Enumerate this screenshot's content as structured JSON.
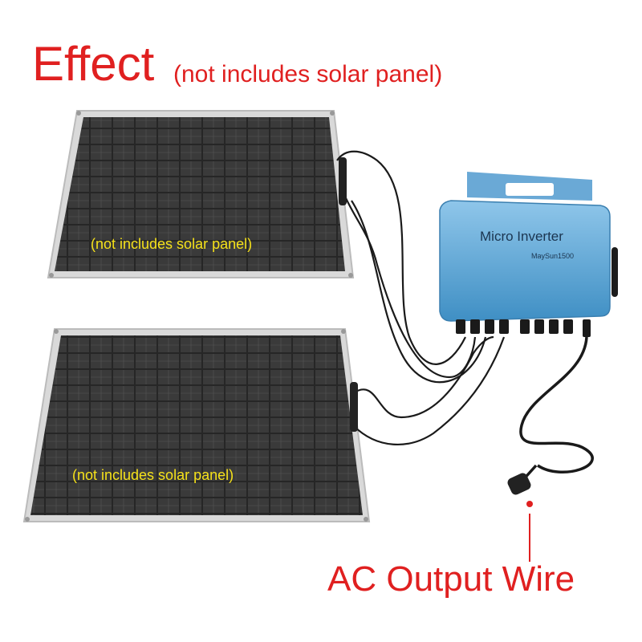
{
  "title": "Effect",
  "subtitle": "(not includes solar panel)",
  "panels": [
    {
      "note": "(not includes solar panel)"
    },
    {
      "note": "(not includes solar panel)"
    }
  ],
  "inverter": {
    "label": "Micro Inverter",
    "model": "MaySun1500"
  },
  "callout": "AC Output Wire",
  "colors": {
    "accent_red": "#e02020",
    "panel_cell": "#2b2b2b",
    "panel_frame": "#d8d8d8",
    "note_yellow": "#f5e11a",
    "inverter_blue": "#5aa8d8"
  }
}
